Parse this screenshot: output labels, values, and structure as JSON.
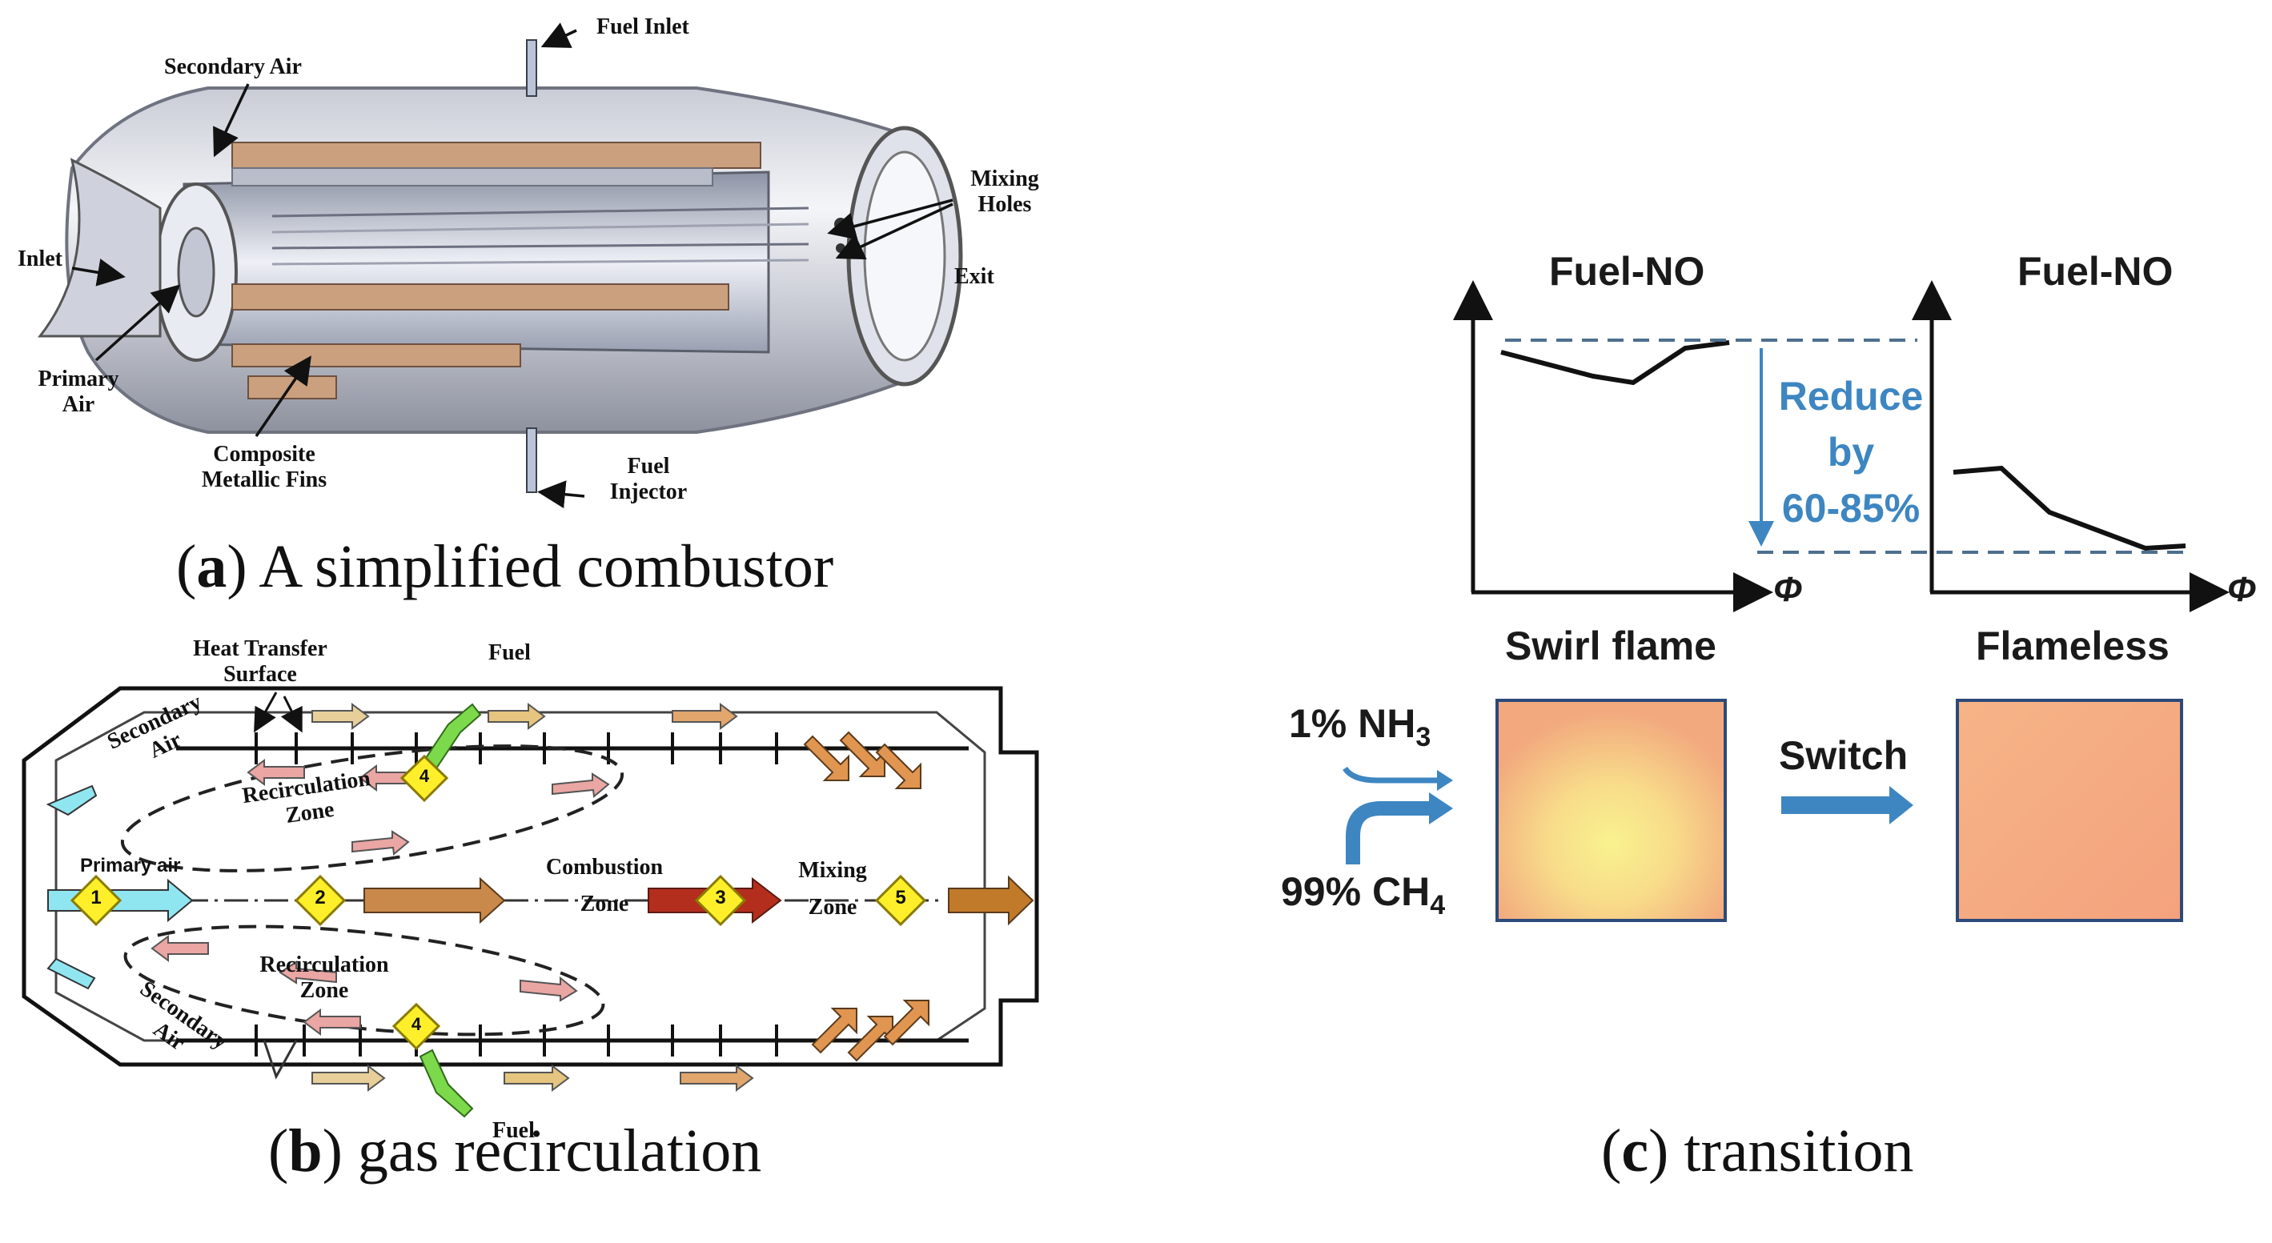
{
  "panel_a": {
    "labels": {
      "fuel_inlet": "Fuel Inlet",
      "secondary_air": "Secondary Air",
      "mixing_holes_1": "Mixing",
      "mixing_holes_2": "Holes",
      "inlet": "Inlet",
      "exit": "Exit",
      "primary_air_1": "Primary",
      "primary_air_2": "Air",
      "fins_1": "Composite",
      "fins_2": "Metallic Fins",
      "fuel_injector_1": "Fuel",
      "fuel_injector_2": "Injector"
    },
    "caption_letter": "a",
    "caption_text": " A simplified combustor"
  },
  "panel_b": {
    "labels": {
      "heat_transfer_1": "Heat Transfer",
      "heat_transfer_2": "Surface",
      "fuel_top": "Fuel",
      "fuel_bottom": "Fuel",
      "secondary_air_top_1": "Secondary",
      "secondary_air_top_2": "Air",
      "secondary_air_bottom_1": "Secondary",
      "secondary_air_bottom_2": "Air",
      "recirc_top_1": "Recirculation",
      "recirc_top_2": "Zone",
      "recirc_bottom_1": "Recirculation",
      "recirc_bottom_2": "Zone",
      "primary_air": "Primary air",
      "combustion_1": "Combustion",
      "combustion_2": "Zone",
      "mixing_1": "Mixing",
      "mixing_2": "Zone"
    },
    "markers": [
      "1",
      "2",
      "3",
      "4",
      "4",
      "5"
    ],
    "caption_letter": "b",
    "caption_text": " gas recirculation"
  },
  "panel_c": {
    "fuel_no_left": "Fuel-NO",
    "fuel_no_right": "Fuel-NO",
    "reduce_1": "Reduce",
    "reduce_2": "by",
    "reduce_3": "60-85%",
    "phi": "Φ",
    "swirl_flame": "Swirl flame",
    "flameless": "Flameless",
    "switch": "Switch",
    "nh3_pre": "1% NH",
    "nh3_sub": "3",
    "ch4_pre": "99% CH",
    "ch4_sub": "4",
    "caption_letter": "c",
    "caption_text": " transition",
    "colors": {
      "accent_blue": "#3d86c1",
      "dash_blue": "#4d6f8f"
    }
  }
}
